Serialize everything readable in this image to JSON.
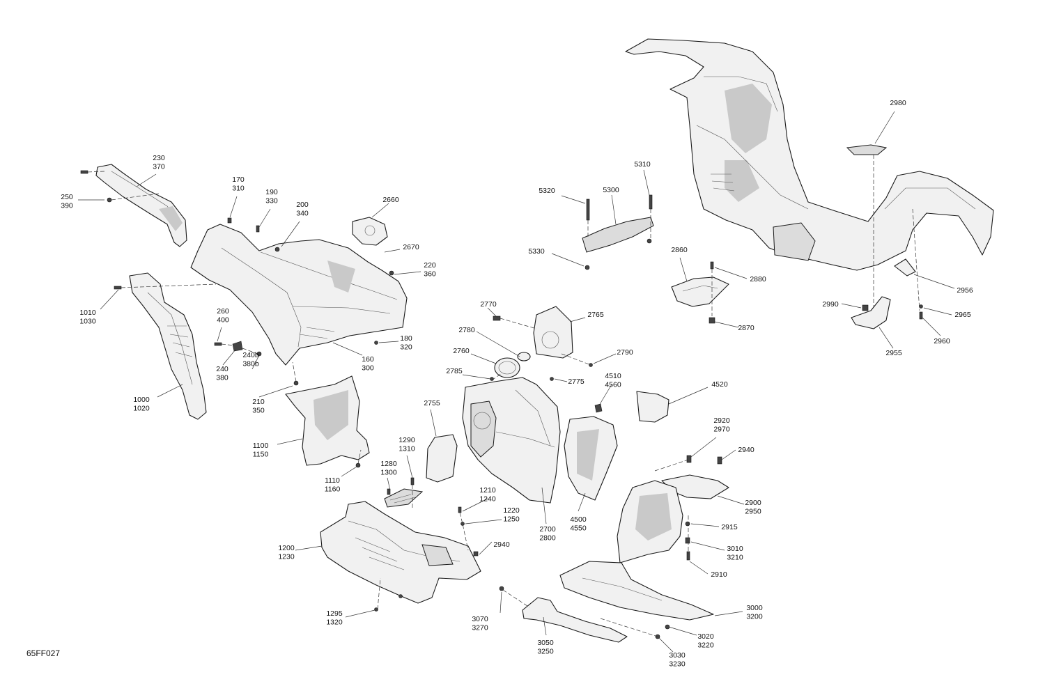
{
  "drawing_code": "65FF027",
  "callouts": [
    {
      "id": "c230",
      "lines": [
        "230",
        "370"
      ]
    },
    {
      "id": "c250",
      "lines": [
        "250",
        "390"
      ]
    },
    {
      "id": "c170",
      "lines": [
        "170",
        "310"
      ]
    },
    {
      "id": "c190",
      "lines": [
        "190",
        "330"
      ]
    },
    {
      "id": "c200",
      "lines": [
        "200",
        "340"
      ]
    },
    {
      "id": "c2660",
      "lines": [
        "2660"
      ]
    },
    {
      "id": "c2670",
      "lines": [
        "2670"
      ]
    },
    {
      "id": "c220",
      "lines": [
        "220",
        "360"
      ]
    },
    {
      "id": "c1010",
      "lines": [
        "1010",
        "1030"
      ]
    },
    {
      "id": "c260",
      "lines": [
        "260",
        "400"
      ]
    },
    {
      "id": "c180",
      "lines": [
        "180",
        "320"
      ]
    },
    {
      "id": "c160",
      "lines": [
        "160",
        "300"
      ]
    },
    {
      "id": "c240",
      "lines": [
        "240",
        "380"
      ]
    },
    {
      "id": "c240b",
      "lines": [
        "240b",
        "380b"
      ]
    },
    {
      "id": "c210",
      "lines": [
        "210",
        "350"
      ]
    },
    {
      "id": "c1000",
      "lines": [
        "1000",
        "1020"
      ]
    },
    {
      "id": "c1100",
      "lines": [
        "1100",
        "1150"
      ]
    },
    {
      "id": "c1110",
      "lines": [
        "1110",
        "1160"
      ]
    },
    {
      "id": "c1290",
      "lines": [
        "1290",
        "1310"
      ]
    },
    {
      "id": "c1280",
      "lines": [
        "1280",
        "1300"
      ]
    },
    {
      "id": "c1200",
      "lines": [
        "1200",
        "1230"
      ]
    },
    {
      "id": "c1295",
      "lines": [
        "1295",
        "1320"
      ]
    },
    {
      "id": "c2770",
      "lines": [
        "2770"
      ]
    },
    {
      "id": "c2765",
      "lines": [
        "2765"
      ]
    },
    {
      "id": "c2780",
      "lines": [
        "2780"
      ]
    },
    {
      "id": "c2760",
      "lines": [
        "2760"
      ]
    },
    {
      "id": "c2790",
      "lines": [
        "2790"
      ]
    },
    {
      "id": "c2785",
      "lines": [
        "2785"
      ]
    },
    {
      "id": "c2775",
      "lines": [
        "2775"
      ]
    },
    {
      "id": "c2755",
      "lines": [
        "2755"
      ]
    },
    {
      "id": "c1210",
      "lines": [
        "1210",
        "1240"
      ]
    },
    {
      "id": "c1220",
      "lines": [
        "1220",
        "1250"
      ]
    },
    {
      "id": "c2940a",
      "lines": [
        "2940"
      ]
    },
    {
      "id": "c2700",
      "lines": [
        "2700",
        "2800"
      ]
    },
    {
      "id": "c3070",
      "lines": [
        "3070",
        "3270"
      ]
    },
    {
      "id": "c3050",
      "lines": [
        "3050",
        "3250"
      ]
    },
    {
      "id": "c5310",
      "lines": [
        "5310"
      ]
    },
    {
      "id": "c5320",
      "lines": [
        "5320"
      ]
    },
    {
      "id": "c5300",
      "lines": [
        "5300"
      ]
    },
    {
      "id": "c5330",
      "lines": [
        "5330"
      ]
    },
    {
      "id": "c4510",
      "lines": [
        "4510",
        "4560"
      ]
    },
    {
      "id": "c4520",
      "lines": [
        "4520"
      ]
    },
    {
      "id": "c4500",
      "lines": [
        "4500",
        "4550"
      ]
    },
    {
      "id": "c2860",
      "lines": [
        "2860"
      ]
    },
    {
      "id": "c2880",
      "lines": [
        "2880"
      ]
    },
    {
      "id": "c2870",
      "lines": [
        "2870"
      ]
    },
    {
      "id": "c2980",
      "lines": [
        "2980"
      ]
    },
    {
      "id": "c2956",
      "lines": [
        "2956"
      ]
    },
    {
      "id": "c2990",
      "lines": [
        "2990"
      ]
    },
    {
      "id": "c2965",
      "lines": [
        "2965"
      ]
    },
    {
      "id": "c2960",
      "lines": [
        "2960"
      ]
    },
    {
      "id": "c2955",
      "lines": [
        "2955"
      ]
    },
    {
      "id": "c2920",
      "lines": [
        "2920",
        "2970"
      ]
    },
    {
      "id": "c2940b",
      "lines": [
        "2940"
      ]
    },
    {
      "id": "c2900",
      "lines": [
        "2900",
        "2950"
      ]
    },
    {
      "id": "c2915",
      "lines": [
        "2915"
      ]
    },
    {
      "id": "c3010",
      "lines": [
        "3010",
        "3210"
      ]
    },
    {
      "id": "c2910",
      "lines": [
        "2910"
      ]
    },
    {
      "id": "c3000",
      "lines": [
        "3000",
        "3200"
      ]
    },
    {
      "id": "c3020",
      "lines": [
        "3020",
        "3220"
      ]
    },
    {
      "id": "c3030",
      "lines": [
        "3030",
        "3230"
      ]
    }
  ]
}
